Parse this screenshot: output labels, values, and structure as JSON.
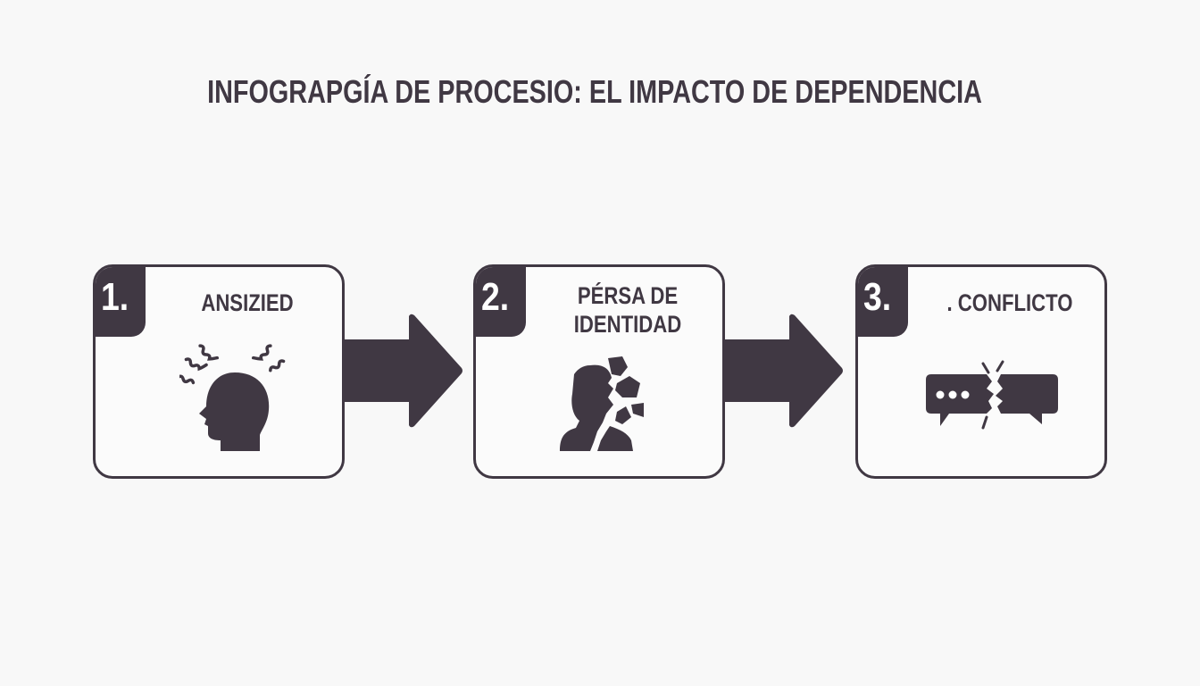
{
  "title": "INFOGRAPGÍA DE PROCESIO: EL IMPACTO DE DEPENDENCIA",
  "colors": {
    "primary": "#403843",
    "background": "#f8f8f8",
    "card_fill": "#fbfbfb",
    "badge_text": "#ffffff"
  },
  "steps": [
    {
      "number": "1.",
      "label": "ANSIZIED",
      "icon": "anxious-head-icon"
    },
    {
      "number": "2.",
      "label_line1": "PÉRSA DE",
      "label_line2": "IDENTIDAD",
      "icon": "broken-identity-person-icon"
    },
    {
      "number": "3.",
      "label": ". CONFLICTO",
      "icon": "broken-speech-bubbles-icon"
    }
  ],
  "connectors": [
    {
      "from": "1",
      "to": "2",
      "icon": "arrow-right-icon"
    },
    {
      "from": "2",
      "to": "3",
      "icon": "arrow-right-icon"
    }
  ]
}
